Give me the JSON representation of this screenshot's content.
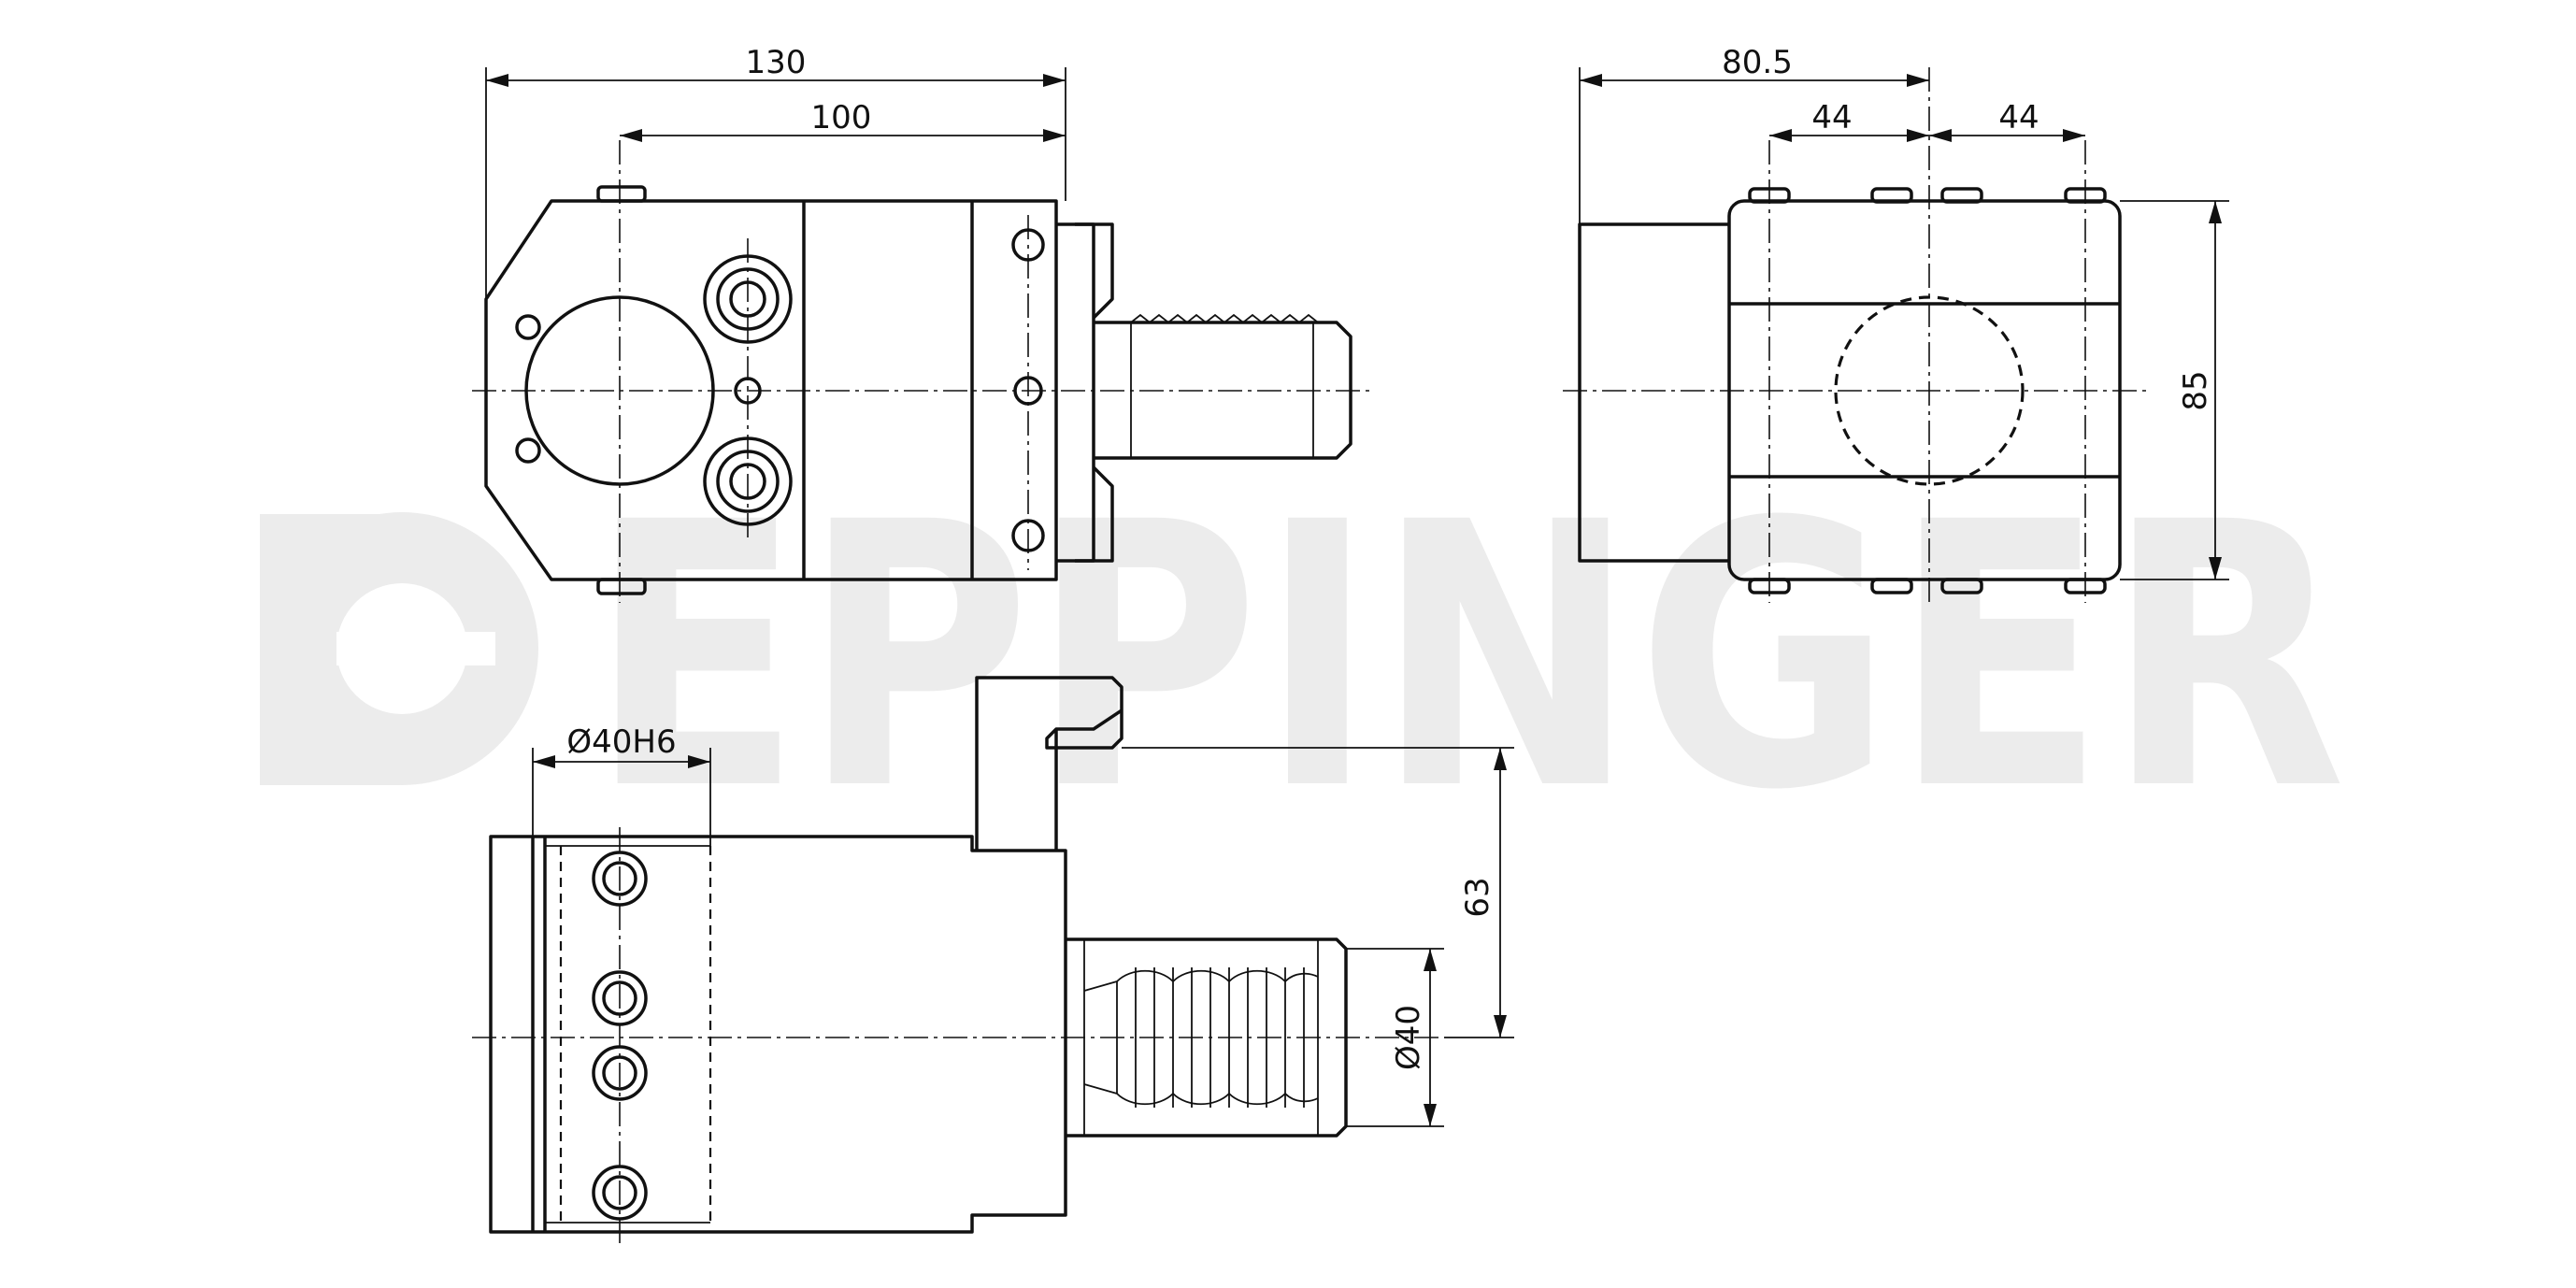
{
  "watermark": {
    "brand": "EPPINGER",
    "color": "#ececec"
  },
  "dimensions": {
    "overall_length": "130",
    "body_length": "100",
    "depth": "80.5",
    "pitch_left": "44",
    "pitch_right": "44",
    "height": "85",
    "bore": "Ø40H6",
    "centre_height": "63",
    "shank": "Ø40"
  },
  "colors": {
    "line": "#111111",
    "background": "#ffffff"
  }
}
